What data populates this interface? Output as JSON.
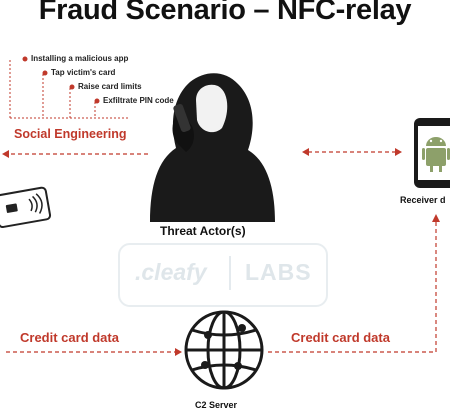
{
  "title": "Fraud Scenario – NFC-relay",
  "steps": [
    "Installing a malicious app",
    "Tap victim's card",
    "Raise card limits",
    "Exfiltrate PIN code"
  ],
  "social_engineering": "Social Engineering",
  "threat_actor": "Threat Actor(s)",
  "receiver_device": "Receiver d",
  "c2_server": "C2 Server",
  "credit_card_left": "Credit card data",
  "credit_card_right": "Credit card data",
  "watermark": {
    "brand": ".cleafy",
    "labs": "LABS"
  },
  "colors": {
    "accent": "#c0392b",
    "text": "#111111",
    "android": "#8da06a",
    "watermark": "#dfe6ea"
  }
}
